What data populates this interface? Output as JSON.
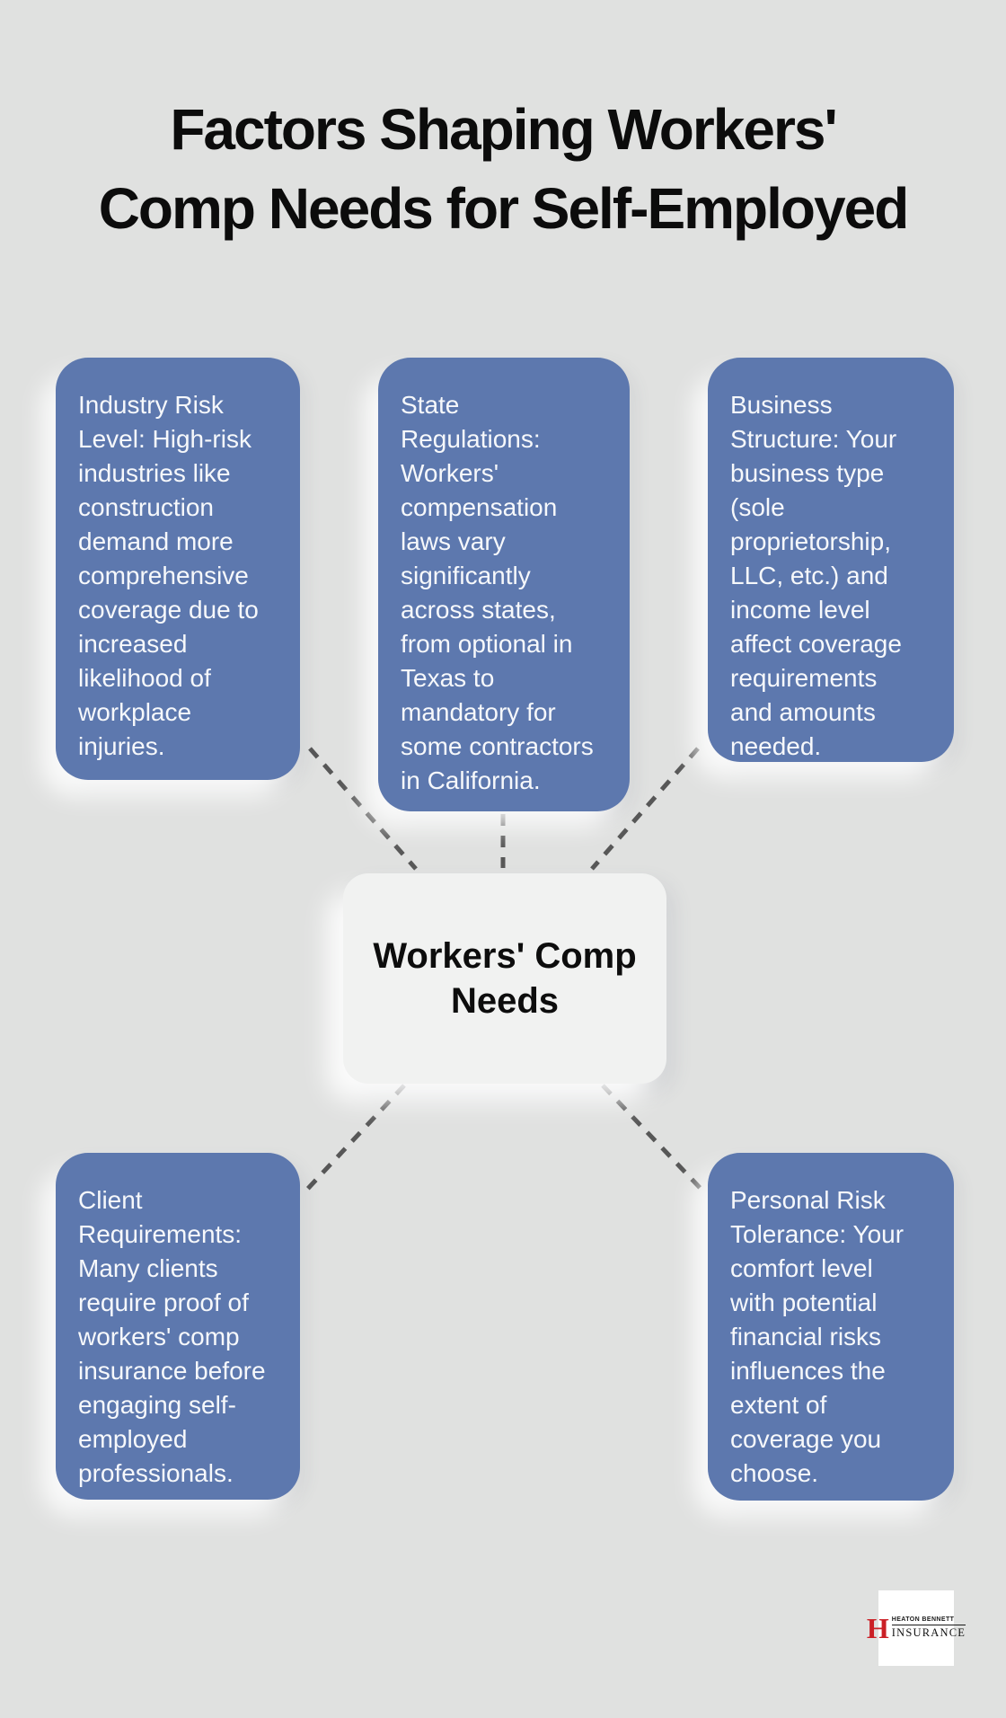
{
  "title": "Factors Shaping Workers'\nComp Needs for Self-Employed",
  "center_node": {
    "label": "Workers' Comp\nNeeds"
  },
  "factors": [
    {
      "id": "industry-risk-level",
      "text": "Industry Risk\nLevel: High-risk\nindustries like\nconstruction\ndemand more\ncomprehensive\ncoverage due to\nincreased\nlikelihood of\nworkplace\ninjuries."
    },
    {
      "id": "state-regulations",
      "text": "State\nRegulations:\nWorkers'\ncompensation\nlaws vary\nsignificantly\nacross states,\nfrom optional in\nTexas to\nmandatory for\nsome contractors\nin California."
    },
    {
      "id": "business-structure",
      "text": "Business\nStructure: Your\nbusiness type\n(sole\nproprietorship,\nLLC, etc.) and\nincome level\naffect coverage\nrequirements\nand amounts\nneeded."
    },
    {
      "id": "client-requirements",
      "text": "Client\nRequirements:\nMany clients\nrequire proof of\nworkers' comp\ninsurance before\nengaging self-\nemployed\nprofessionals."
    },
    {
      "id": "personal-risk-tolerance",
      "text": "Personal Risk\nTolerance: Your\ncomfort level\nwith potential\nfinancial risks\ninfluences the\nextent of\ncoverage you\nchoose."
    }
  ],
  "logo": {
    "monogram": "H",
    "name": "HEATON BENNETT",
    "type": "INSURANCE"
  },
  "colors": {
    "background": "#e0e1e0",
    "factor_box": "#5d78ae",
    "factor_text": "#f6f8fb",
    "node_background": "#f1f2f1",
    "node_text": "#0d0d0d",
    "connector": "#575757",
    "logo_red": "#cb2026"
  }
}
